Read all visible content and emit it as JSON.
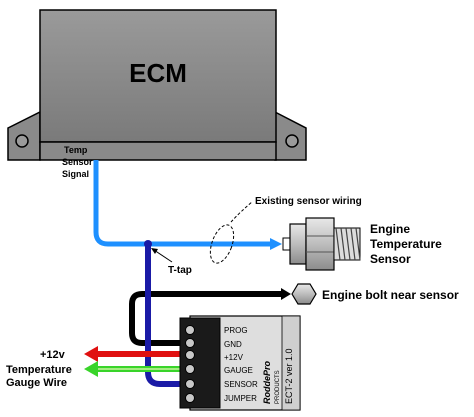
{
  "diagram": {
    "ecm_label": "ECM",
    "temp_signal": [
      "Temp",
      "Sensor",
      "Signal"
    ],
    "existing_wiring_label": "Existing sensor wiring",
    "ttap_label": "T-tap",
    "engine_sensor_label": [
      "Engine",
      "Temperature",
      "Sensor"
    ],
    "engine_bolt_label": "Engine bolt near sensor",
    "plus12_label": "+12v",
    "gauge_wire_label": [
      "Temperature",
      "Gauge Wire"
    ],
    "module": {
      "pins": [
        "PROG",
        "GND",
        "+12V",
        "GAUGE",
        "SENSOR",
        "JUMPER"
      ],
      "brand": [
        "RoddePro",
        "PRODUCTS"
      ],
      "model": "ECT-2   ver 1.0"
    },
    "colors": {
      "ecm_fill": "#8a8a8a",
      "signal_wire": "#1e90ff",
      "sensor_wire": "#1a1aa6",
      "ground_wire": "#000000",
      "power_wire": "#e01010",
      "gauge_wire": "#39d42a"
    }
  }
}
